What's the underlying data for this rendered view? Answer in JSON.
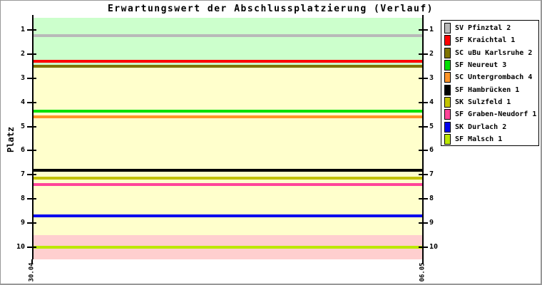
{
  "chart_data": {
    "type": "line",
    "title": "Erwartungswert der Abschlussplatzierung (Verlauf)",
    "ylabel": "Platz",
    "x": [
      "30.04",
      "06.05"
    ],
    "y_ticks": [
      1,
      2,
      3,
      4,
      5,
      6,
      7,
      8,
      9,
      10
    ],
    "ylim": [
      0.5,
      10.5
    ],
    "y_axis_inverted": true,
    "grid": false,
    "legend_position": "right",
    "series": [
      {
        "name": "SV Pfinztal 2",
        "color": "#b9b9b9",
        "values": [
          1.25,
          1.25
        ]
      },
      {
        "name": "SF Kraichtal 1",
        "color": "#ff0000",
        "values": [
          2.3,
          2.3
        ]
      },
      {
        "name": "SC uBu Karlsruhe 2",
        "color": "#7f7400",
        "values": [
          2.5,
          2.5
        ]
      },
      {
        "name": "SF Neureut 3",
        "color": "#00e000",
        "values": [
          4.35,
          4.35
        ]
      },
      {
        "name": "SC Untergrombach 4",
        "color": "#ff9428",
        "values": [
          4.6,
          4.6
        ]
      },
      {
        "name": "SF Hambrücken 1",
        "color": "#000000",
        "values": [
          6.8,
          6.8
        ]
      },
      {
        "name": "SK Sulzfeld 1",
        "color": "#c4c400",
        "values": [
          7.15,
          7.15
        ]
      },
      {
        "name": "SF Graben-Neudorf 1",
        "color": "#ff4499",
        "values": [
          7.4,
          7.4
        ]
      },
      {
        "name": "SK Durlach 2",
        "color": "#0000ee",
        "values": [
          8.7,
          8.7
        ]
      },
      {
        "name": "SF Malsch 1",
        "color": "#bce800",
        "values": [
          10.0,
          10.0
        ]
      }
    ],
    "background_bands": [
      {
        "from": 0.5,
        "to": 2.55,
        "color": "#ccffcc"
      },
      {
        "from": 2.55,
        "to": 9.5,
        "color": "#ffffcc"
      },
      {
        "from": 9.5,
        "to": 10.5,
        "color": "#ffcfcf"
      }
    ]
  }
}
